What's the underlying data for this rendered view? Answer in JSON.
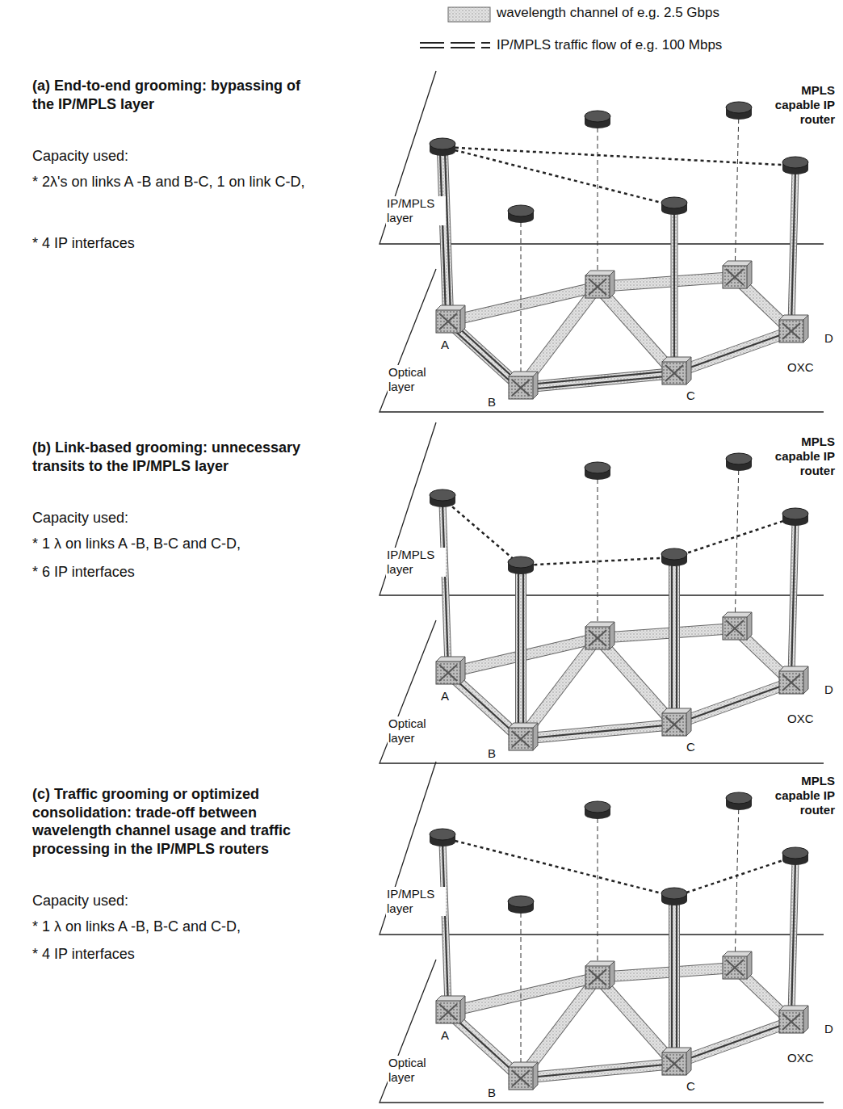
{
  "diagram": {
    "labels": [
      "(a) End-to-end grooming: bypassing of the IP/MPLS layer",
      "Capacity used:",
      "* 2λ's on links A -B and B-C, 1 on link C-D,",
      "* 4 IP interfaces",
      "MPLS capable IP router",
      "IP/MPLS layer",
      "Optical layer",
      "A",
      "B",
      "C",
      "D",
      "OXC",
      "(b) Link-based grooming: unnecessary transits to the IP/MPLS layer",
      "Capacity used:",
      "* 1 λ on links A -B, B-C and C-D,",
      "* 6 IP interfaces",
      "MPLS capable IP router",
      "IP/MPLS layer",
      "Optical layer",
      "A",
      "B",
      "C",
      "D",
      "OXC",
      "(c) Traffic grooming or optimized consolidation: trade-off between wavelength channel usage and traffic processing in the IP/MPLS routers",
      "Capacity used:",
      "* 1 λ on links A -B, B-C and C-D,",
      "* 4 IP interfaces",
      "MPLS capable IP router",
      "IP/MPLS layer",
      "Optical layer",
      "A",
      "B",
      "C",
      "D",
      "OXC"
    ],
    "legend": [
      {
        "text": "wavelength channel of e.g. 2.5 Gbps"
      },
      {
        "text": "IP/MPLS traffic flow of e.g. 100 Mbps"
      }
    ]
  }
}
